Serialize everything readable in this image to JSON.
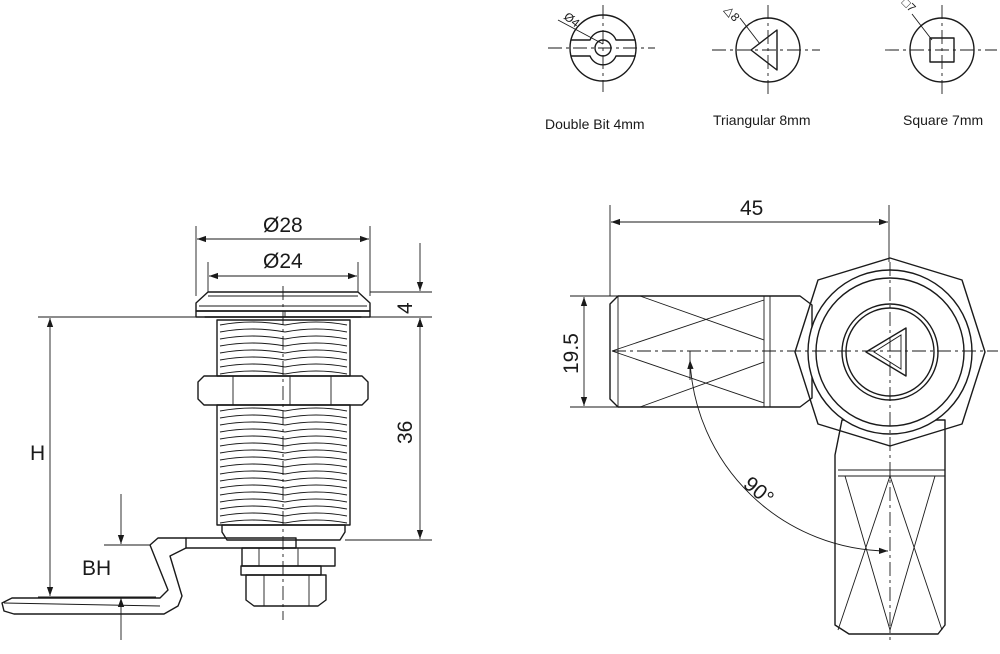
{
  "key_profiles": [
    {
      "label": "Double Bit 4mm",
      "symbol": "Ø4"
    },
    {
      "label": "Triangular 8mm",
      "symbol": "△8"
    },
    {
      "label": "Square 7mm",
      "symbol": "□7"
    }
  ],
  "side_view": {
    "dia_outer": "Ø28",
    "dia_inner": "Ø24",
    "flange_thickness": "4",
    "body_length": "36",
    "height_label": "H",
    "bh_label": "BH"
  },
  "front_view": {
    "cam_length": "45",
    "cam_width": "19.5",
    "rotation_angle": "90°"
  }
}
